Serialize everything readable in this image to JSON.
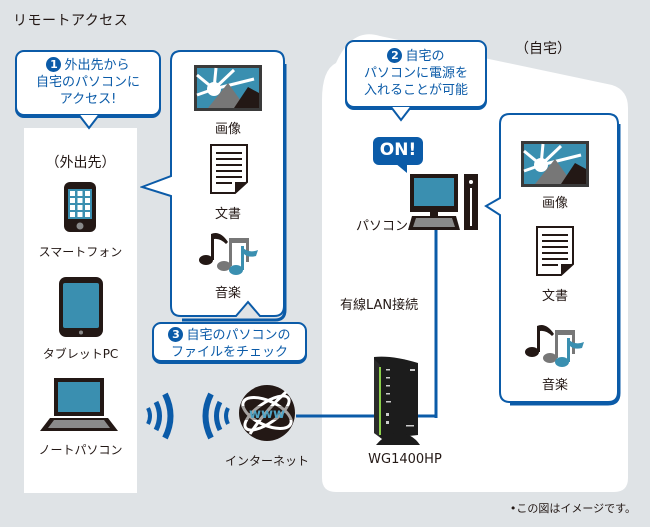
{
  "title": "リモートアクセス",
  "colors": {
    "accent": "#0b5ba8",
    "screen": "#3a8fb0",
    "background": "#dfe3e6",
    "panel": "#ffffff",
    "device": "#231815"
  },
  "outside": {
    "label": "（外出先）",
    "devices": [
      {
        "icon": "smartphone-icon",
        "label": "スマートフォン"
      },
      {
        "icon": "tablet-icon",
        "label": "タブレットPC"
      },
      {
        "icon": "laptop-icon",
        "label": "ノートパソコン"
      }
    ]
  },
  "callouts": [
    {
      "number": "1",
      "lines": [
        "外出先から",
        "自宅のパソコンに",
        "アクセス!"
      ]
    },
    {
      "number": "2",
      "lines": [
        "自宅の",
        "パソコンに電源を",
        "入れることが可能"
      ]
    },
    {
      "number": "3",
      "lines": [
        "自宅のパソコンの",
        "ファイルをチェック"
      ]
    }
  ],
  "remote_files": [
    {
      "icon": "image-file-icon",
      "label": "画像"
    },
    {
      "icon": "document-icon",
      "label": "文書"
    },
    {
      "icon": "music-icon",
      "label": "音楽"
    }
  ],
  "home": {
    "label": "（自宅）",
    "on_badge": "ON!",
    "pc_label": "パソコン",
    "connection_label": "有線LAN接続",
    "router_label": "WG1400HP",
    "files": [
      {
        "icon": "image-file-icon",
        "label": "画像"
      },
      {
        "icon": "document-icon",
        "label": "文書"
      },
      {
        "icon": "music-icon",
        "label": "音楽"
      }
    ]
  },
  "internet": {
    "globe_text": "www",
    "label": "インターネット"
  },
  "note": "•この図はイメージです。"
}
